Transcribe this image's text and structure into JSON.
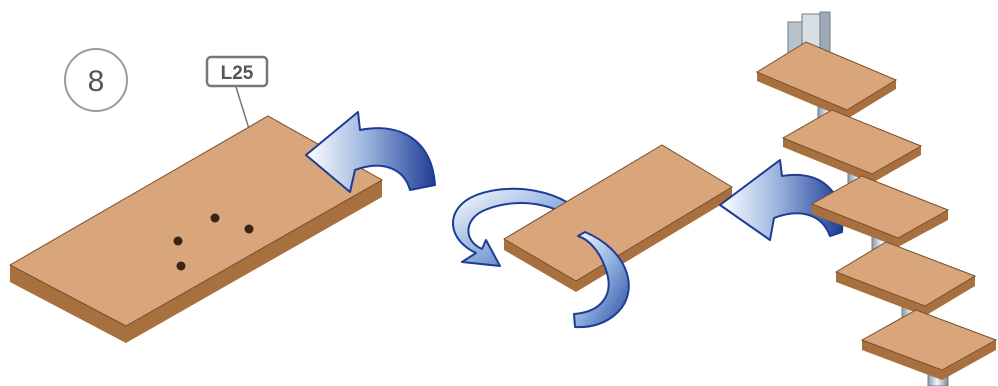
{
  "step": {
    "number": "8"
  },
  "part": {
    "code": "L25"
  },
  "colors": {
    "board_top": "#d9a57a",
    "board_side": "#b47c4e",
    "arrow_blue": "#2f4fa6",
    "arrow_light": "#dde8f5",
    "callout_gray": "#777777"
  },
  "icons": {
    "rotate_arrow": "curved-arrow-icon",
    "flip_arrow": "rotation-arrow-icon"
  },
  "stair_tread_count": 5
}
